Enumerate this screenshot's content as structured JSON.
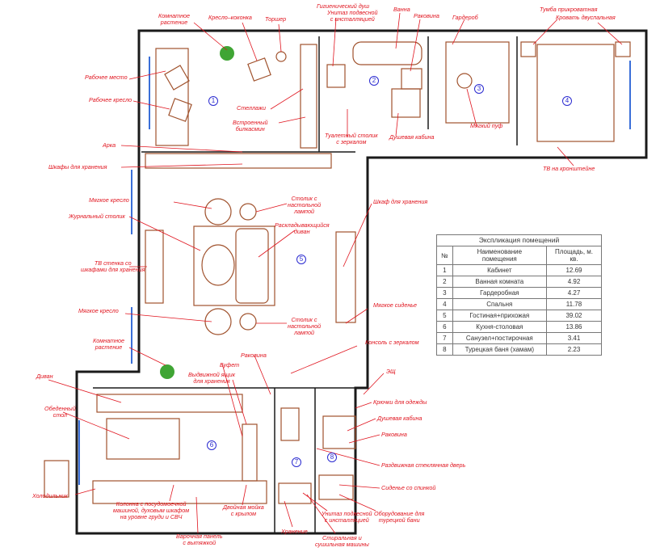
{
  "labels": {
    "office_plant": "Комнатное\nрастение",
    "armchair_cocoon": "Кресло–коконка",
    "floor_lamp": "Торшер",
    "hygienic_shower": "Гигиенический душ",
    "wall_toilet_top": "Унитаз подвесной\nс инсталляцией",
    "bathtub": "Ванна",
    "sink_top": "Раковина",
    "wardrobe": "Гардероб",
    "nightstand": "Тумба прикроватная",
    "double_bed": "Кровать двуспальная",
    "workplace": "Рабочее место",
    "work_chair": "Рабочее кресло",
    "shelves": "Стеллажи",
    "built_in_cabinet": "Встроенный\nбилкасмин",
    "toilet_table": "Туалетный столик\nс зеркалом",
    "shower_cabin_top": "Душевая кабина",
    "soft_pouf": "Мягкий пуф",
    "arch": "Арка",
    "storage_cabinets": "Шкафы для хранения",
    "tv_bracket": "ТВ на кронштейне",
    "soft_chair_top": "Мягкое кресло",
    "lamp_table_top": "Столик с\nнастольной\nлампой",
    "coffee_table": "Журнальный столик",
    "folding_sofa": "Раскладывающийся\nдиван",
    "storage_cabinet_right": "Шкаф для хранения",
    "tv_wall": "ТВ стенка со\nшкафами для хранения",
    "soft_seat": "Мягкое сиденье",
    "soft_chair_bottom": "Мягкое кресло",
    "lamp_table_bottom": "Столик с\nнастольной\nлампой",
    "living_plant": "Комнатное\nрастение",
    "console_mirror": "Консоль с зеркалом",
    "sink_mid": "Раковина",
    "buffet": "Буфет",
    "sliding_storage": "Выдвижной ящик\nдля хранения",
    "sofa": "Диван",
    "dining_table": "Обеденный\nстол",
    "shu": "ЭЩ",
    "clothes_hooks": "Крючки для одежды",
    "shower_cabin_bottom": "Душевая кабина",
    "sink_bottom": "Раковина",
    "sliding_glass_door": "Раздвижная стеклянная дверь",
    "seat_backrest": "Сиденье со спинкой",
    "fridge": "Холодильник",
    "column_appliances": "Колонна с посудомоечной\nмашиной, духовым шкафом\nна уровне груди и СВЧ",
    "double_sink": "Двойная мойка\nс крылом",
    "wall_toilet_bottom": "Унитаз подвесной\nс инсталляцией",
    "hamam_equipment": "Оборудование для\nтурецкой бани",
    "hob": "Варочная панель\nс вытяжкой",
    "storage": "Хранение",
    "washing_machines": "Стиральная и\nсушильная машины"
  },
  "rooms": [
    "1",
    "2",
    "3",
    "4",
    "5",
    "6",
    "7",
    "8"
  ],
  "explication": {
    "title": "Экспликация помещений",
    "headers": [
      "№",
      "Наименование\nпомещения",
      "Площадь, м.\nкв."
    ],
    "rows": [
      [
        "1",
        "Кабинет",
        "12.69"
      ],
      [
        "2",
        "Ванная комната",
        "4.92"
      ],
      [
        "3",
        "Гардеробная",
        "4.27"
      ],
      [
        "4",
        "Спальня",
        "11.78"
      ],
      [
        "5",
        "Гостиная+прихожая",
        "39.02"
      ],
      [
        "6",
        "Кухня-столовая",
        "13.86"
      ],
      [
        "7",
        "Санузел+постирочная",
        "3.41"
      ],
      [
        "8",
        "Турецкая баня (хамам)",
        "2.23"
      ]
    ]
  },
  "colors": {
    "wall": "#1a1a1a",
    "furniture": "#a0522d",
    "leader": "#e0141e",
    "room_number": "#2a2ad0",
    "plant": "#3fa534",
    "window": "#3a6fd8"
  }
}
